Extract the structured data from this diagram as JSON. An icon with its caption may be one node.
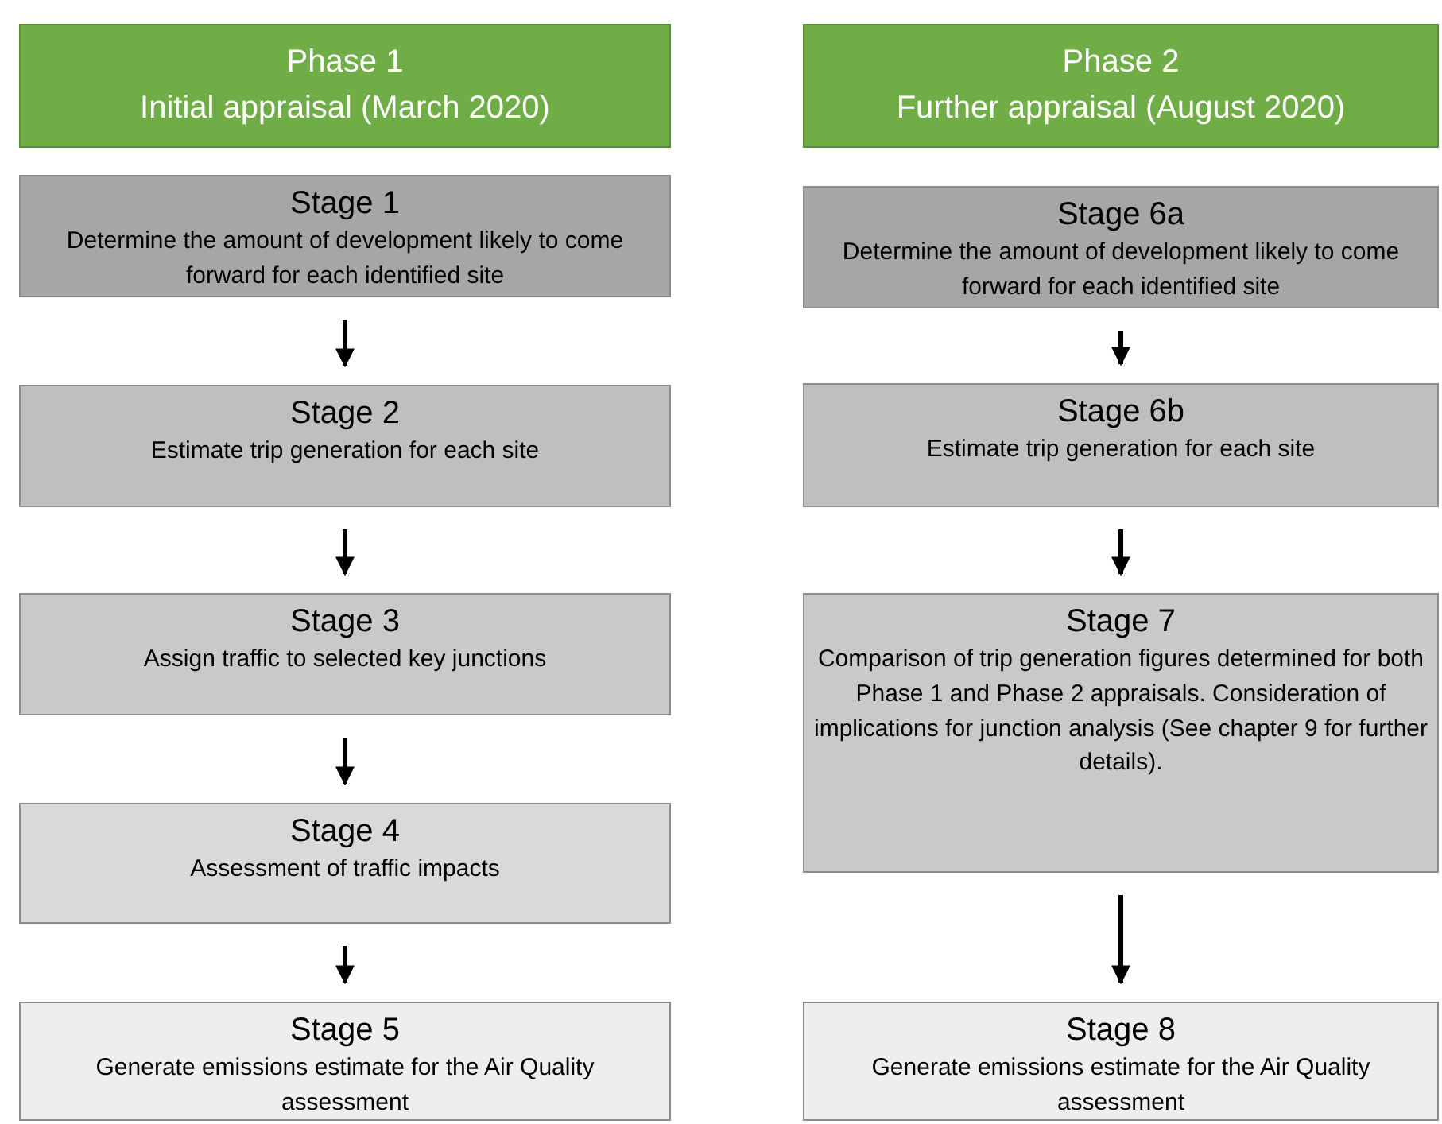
{
  "diagram": {
    "nodes": [
      {
        "text": [
          "Phase 1",
          "Initial appraisal (March 2020)"
        ]
      },
      {
        "text": [
          "Stage 1",
          "Determine the amount of development likely to come forward for each identified site"
        ]
      },
      {
        "text": [
          "Stage 2",
          "Estimate trip generation for each site"
        ]
      },
      {
        "text": [
          "Stage 3",
          "Assign traffic to selected key junctions"
        ]
      },
      {
        "text": [
          "Stage 4",
          "Assessment of traffic impacts"
        ]
      },
      {
        "text": [
          "Stage 5",
          "Generate emissions estimate for the Air Quality assessment"
        ]
      },
      {
        "text": [
          "Phase 2",
          "Further appraisal (August 2020)"
        ]
      },
      {
        "text": [
          "Stage 6a",
          "Determine the amount of development likely to come forward for each identified site"
        ]
      },
      {
        "text": [
          "Stage 6b",
          "Estimate trip generation for each site"
        ]
      },
      {
        "text": [
          "Stage 7",
          "Comparison of trip generation figures determined for both Phase 1 and Phase 2 appraisals. Consideration of implications for junction analysis (See chapter 9 for further details)."
        ]
      },
      {
        "text": [
          "Stage 8",
          "Generate emissions estimate for the Air Quality assessment"
        ]
      }
    ],
    "edges": [
      {
        "from": 1,
        "to": 2,
        "arrow": "to"
      },
      {
        "from": 2,
        "to": 3,
        "arrow": "to"
      },
      {
        "from": 3,
        "to": 4,
        "arrow": "to"
      },
      {
        "from": 4,
        "to": 5,
        "arrow": "to"
      },
      {
        "from": 7,
        "to": 8,
        "arrow": "to"
      },
      {
        "from": 8,
        "to": 9,
        "arrow": "to"
      },
      {
        "from": 9,
        "to": 10,
        "arrow": "to"
      }
    ]
  }
}
